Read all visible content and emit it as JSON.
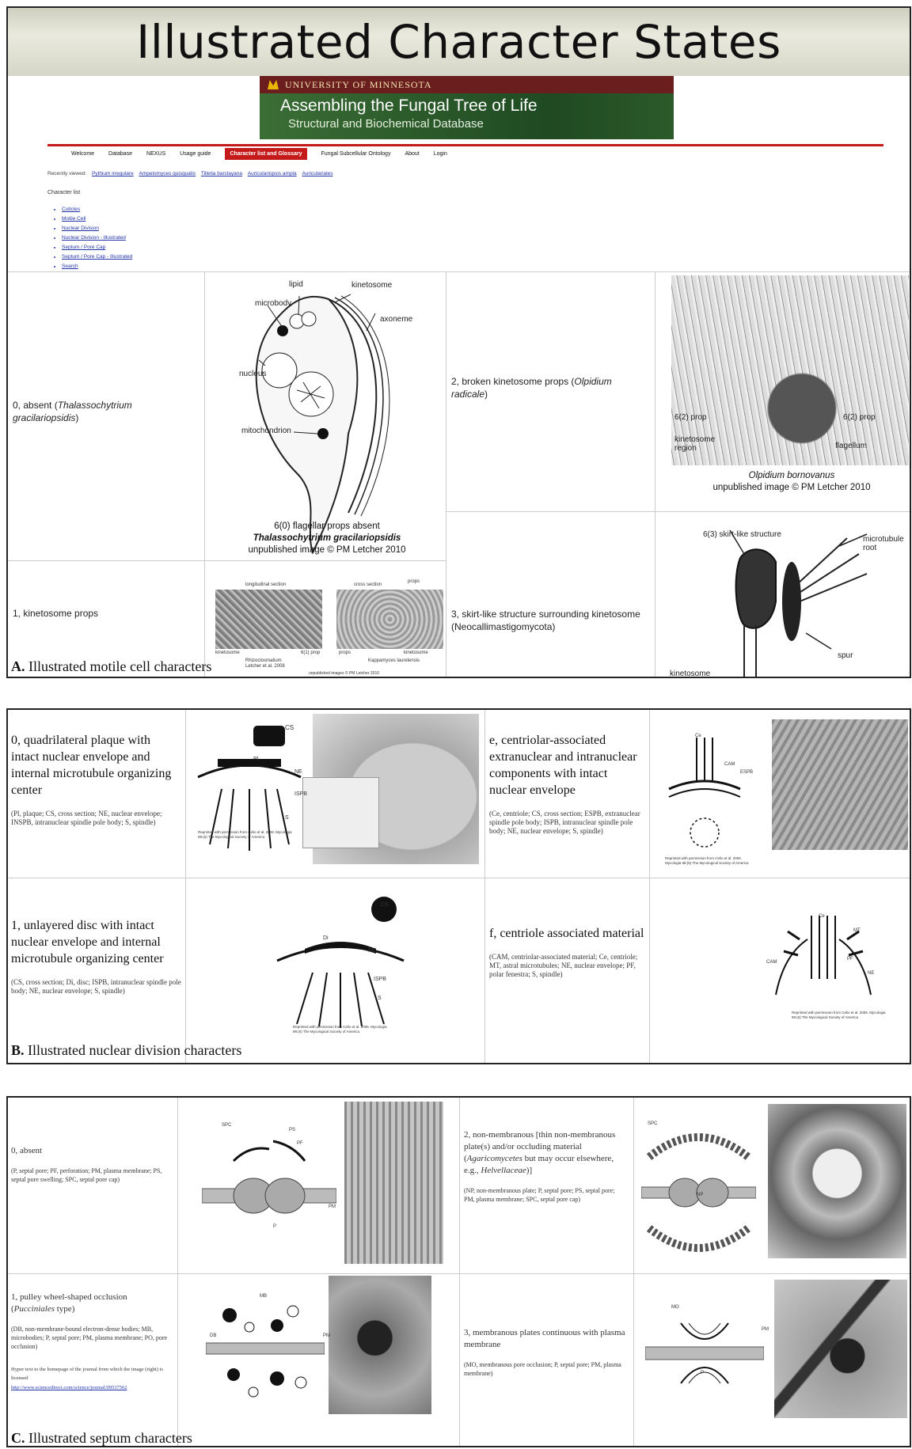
{
  "slide_title": "Illustrated Character States",
  "site": {
    "institution": "UNIVERSITY OF MINNESOTA",
    "title": "Assembling the Fungal Tree of Life",
    "subtitle": "Structural and Biochemical Database",
    "nav": [
      "Welcome",
      "Database",
      "NEXUS",
      "Usage guide",
      "Character list and Glossary",
      "Fungal Subcellular Ontology",
      "About",
      "Login"
    ],
    "recent_label": "Recently viewed:",
    "recent_links": [
      "Pythium irregulare",
      "Ampelomyces quisqualis",
      "Tilletia barclayana",
      "Auriculariopsis ampla",
      "Auriculariales"
    ],
    "character_list_title": "Character list",
    "character_list": [
      "Cuticles",
      "Motile Cell",
      "Nuclear Division",
      "Nuclear Division - Illustrated",
      "Septum / Pore Cap",
      "Septum / Pore Cap - Illustrated",
      "Search"
    ]
  },
  "panel_a": {
    "caption_letter": "A.",
    "caption": "Illustrated motile cell characters",
    "state0": {
      "text": "0, absent (",
      "italic": "Thalassochytrium gracilariopsidis",
      "close": ")"
    },
    "state1": "1, kinetosome props",
    "state2": {
      "text": "2, broken kinetosome props (",
      "italic": "Olpidium radicale",
      "close": ")"
    },
    "state3": "3, skirt-like structure surrounding kinetosome (Neocallimastigomycota)",
    "fig0_labels": [
      "lipid",
      "kinetosome",
      "microbody",
      "axoneme",
      "nucleus",
      "mitochondrion"
    ],
    "fig0_caption": [
      "6(0) flagellar props absent",
      "Thalassochytrium gracilariopsidis",
      "unpublished image © PM Letcher 2010"
    ],
    "fig1_labels": [
      "longitudinal section",
      "cross section",
      "props",
      "kinetosome",
      "6(1) prop",
      "props",
      "kinetosome"
    ],
    "fig1_caption": [
      "Rhizoclosmatium",
      "Letcher et al. 2008",
      "Kappamyces laurelensis",
      "unpublished images © PM Letcher 2010"
    ],
    "fig2_labels": [
      "6(2) prop",
      "6(2) prop",
      "kinetosome region",
      "flagellum"
    ],
    "fig2_caption": [
      "Olpidium bornovanus",
      "unpublished image © PM Letcher 2010"
    ],
    "fig3_labels": [
      "6(3) skirt-like structure",
      "microtubule root",
      "spur",
      "kinetosome"
    ]
  },
  "panel_b": {
    "caption_letter": "B.",
    "caption": "Illustrated nuclear division characters",
    "c0": {
      "main": "0, quadrilateral plaque with intact nuclear envelope and internal microtubule organizing center",
      "abbr": "(Pl, plaque; CS, cross section; NE, nuclear envelope; INSPB, intranuclear spindle pole body; S, spindle)"
    },
    "c1": {
      "main": "1, unlayered disc with intact nuclear envelope and internal microtubule organizing center",
      "abbr": "(CS, cross section; Di, disc; ISPB, intranuclear spindle pole body; NE, nuclear envelope; S, spindle)"
    },
    "ce": {
      "main": "e, centriolar-associated extranuclear and intranuclear components with intact nuclear envelope",
      "abbr": "(Ce, centriole; CS, cross section; ESPB, extranuclear spindle pole body; ISPB, intranuclear spindle pole body; NE, nuclear envelope; S, spindle)"
    },
    "cf": {
      "main": "f, centriole associated material",
      "abbr": "(CAM, centriolar-associated material; Ce, centriole; MT, astral microtubules; NE, nuclear envelope; PF, polar fenestra; S, spindle)"
    },
    "fig_labels": [
      "CS",
      "Pl",
      "NE",
      "ISPB",
      "S",
      "CS",
      "Di",
      "NE",
      "ISPB",
      "S",
      "Ce",
      "CAM",
      "ESPB",
      "Ce",
      "MT",
      "CAM",
      "PF",
      "NE"
    ],
    "reprint_note": "Reprinted with permission from Celio et al. 2006. Mycologia 98:(6) The Mycological Society of America"
  },
  "panel_c": {
    "caption_letter": "C.",
    "caption": "Illustrated septum characters",
    "c0": {
      "main": "0, absent",
      "abbr": "(P, septal pore; PF, perforation; PM, plasma membrane; PS, septal pore swelling; SPC, septal pore cap)"
    },
    "c1": {
      "main": "1, pulley wheel-shaped occlusion (",
      "italic": "Pucciniales",
      "close": " type)",
      "abbr": "(DB, non-membrane-bound electron-dense bodies; MB, microbodies; P, septal pore; PM, plasma membrane; PO, pore occlusion)",
      "link_note": "Hyper text to the homepage of the journal from which the image (right) is licensed",
      "link": "http://www.sciencedirect.com/science/journal/09537562"
    },
    "c2": {
      "main": "2, non-membranous [thin non-membranous plate(s) and/or occluding material (",
      "italic": "Agaricomycetes",
      "mid": " but may occur elsewhere, e.g., ",
      "italic2": "Helvellaceae",
      "close": ")]",
      "abbr": "(NP, non-membranous plate; P, septal pore; PS, septal pore; PM, plasma membrane; SPC, septal pore cap)"
    },
    "c3": {
      "main": "3, membranous plates continuous with plasma membrane",
      "abbr": "(MO, membranous pore occlusion; P, septal pore; PM, plasma membrane)"
    },
    "fig_labels": [
      "SPC",
      "PS",
      "PF",
      "P",
      "PM",
      "SPC",
      "NP",
      "MB",
      "PM",
      "DB",
      "MO",
      "P",
      "PM"
    ]
  }
}
